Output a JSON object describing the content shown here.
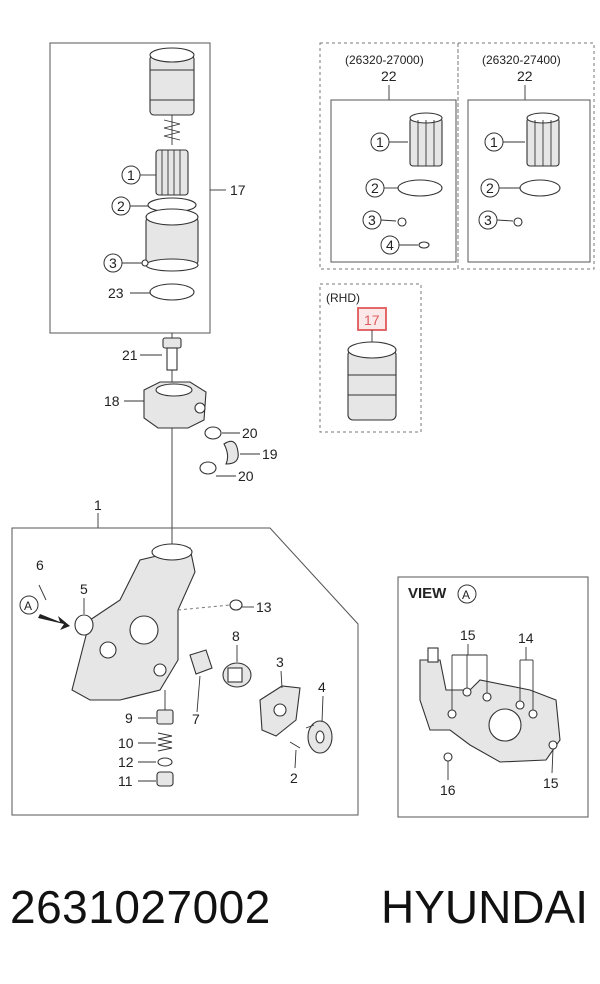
{
  "callouts": {
    "c1": "1",
    "c2": "2",
    "c3": "3",
    "c4": "4",
    "c5": "5",
    "c6": "6",
    "c7": "7",
    "c8": "8",
    "c9": "9",
    "c10": "10",
    "c11": "11",
    "c12": "12",
    "c13": "13",
    "c14": "14",
    "c15": "15",
    "c16": "16",
    "c17": "17",
    "c18": "18",
    "c19": "19",
    "c20": "20",
    "c21": "21",
    "c22": "22",
    "c23": "23"
  },
  "kits": {
    "left_code": "(26320-27000)",
    "right_code": "(26320-27400)",
    "rhd_label": "(RHD)"
  },
  "view": {
    "label": "VIEW",
    "letter": "A"
  },
  "highlight_color": "#e05a5a",
  "footer": {
    "part_number": "2631027002",
    "brand": "HYUNDAI"
  }
}
